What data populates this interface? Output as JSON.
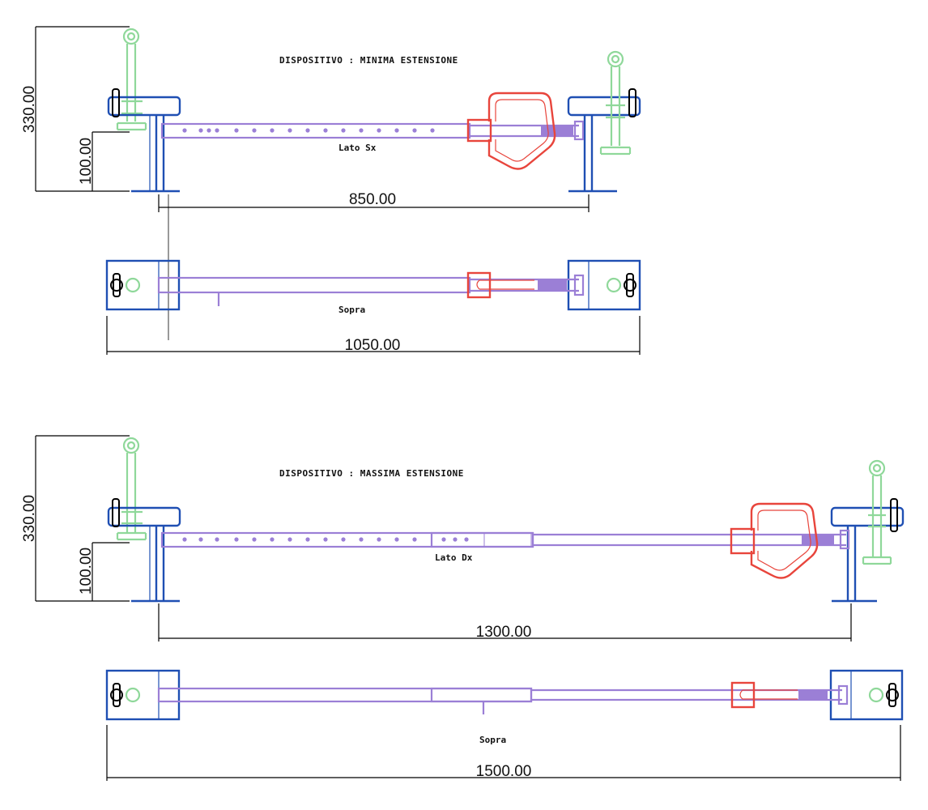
{
  "colors": {
    "frame": "#1f4fb3",
    "bar": "#9b7fd6",
    "handle": "#e8453c",
    "clamp": "#8fd89a",
    "dimension": "#000000"
  },
  "min_extension": {
    "title": "DISPOSITIVO : MINIMA ESTENSIONE",
    "side_label": "Lato Sx",
    "top_label": "Sopra",
    "dim_height_total": "330.00",
    "dim_height_base": "100.00",
    "dim_width_side": "850.00",
    "dim_width_top": "1050.00"
  },
  "max_extension": {
    "title": "DISPOSITIVO : MASSIMA ESTENSIONE",
    "side_label": "Lato Dx",
    "top_label": "Sopra",
    "dim_height_total": "330.00",
    "dim_height_base": "100.00",
    "dim_width_side": "1300.00",
    "dim_width_top": "1500.00"
  }
}
